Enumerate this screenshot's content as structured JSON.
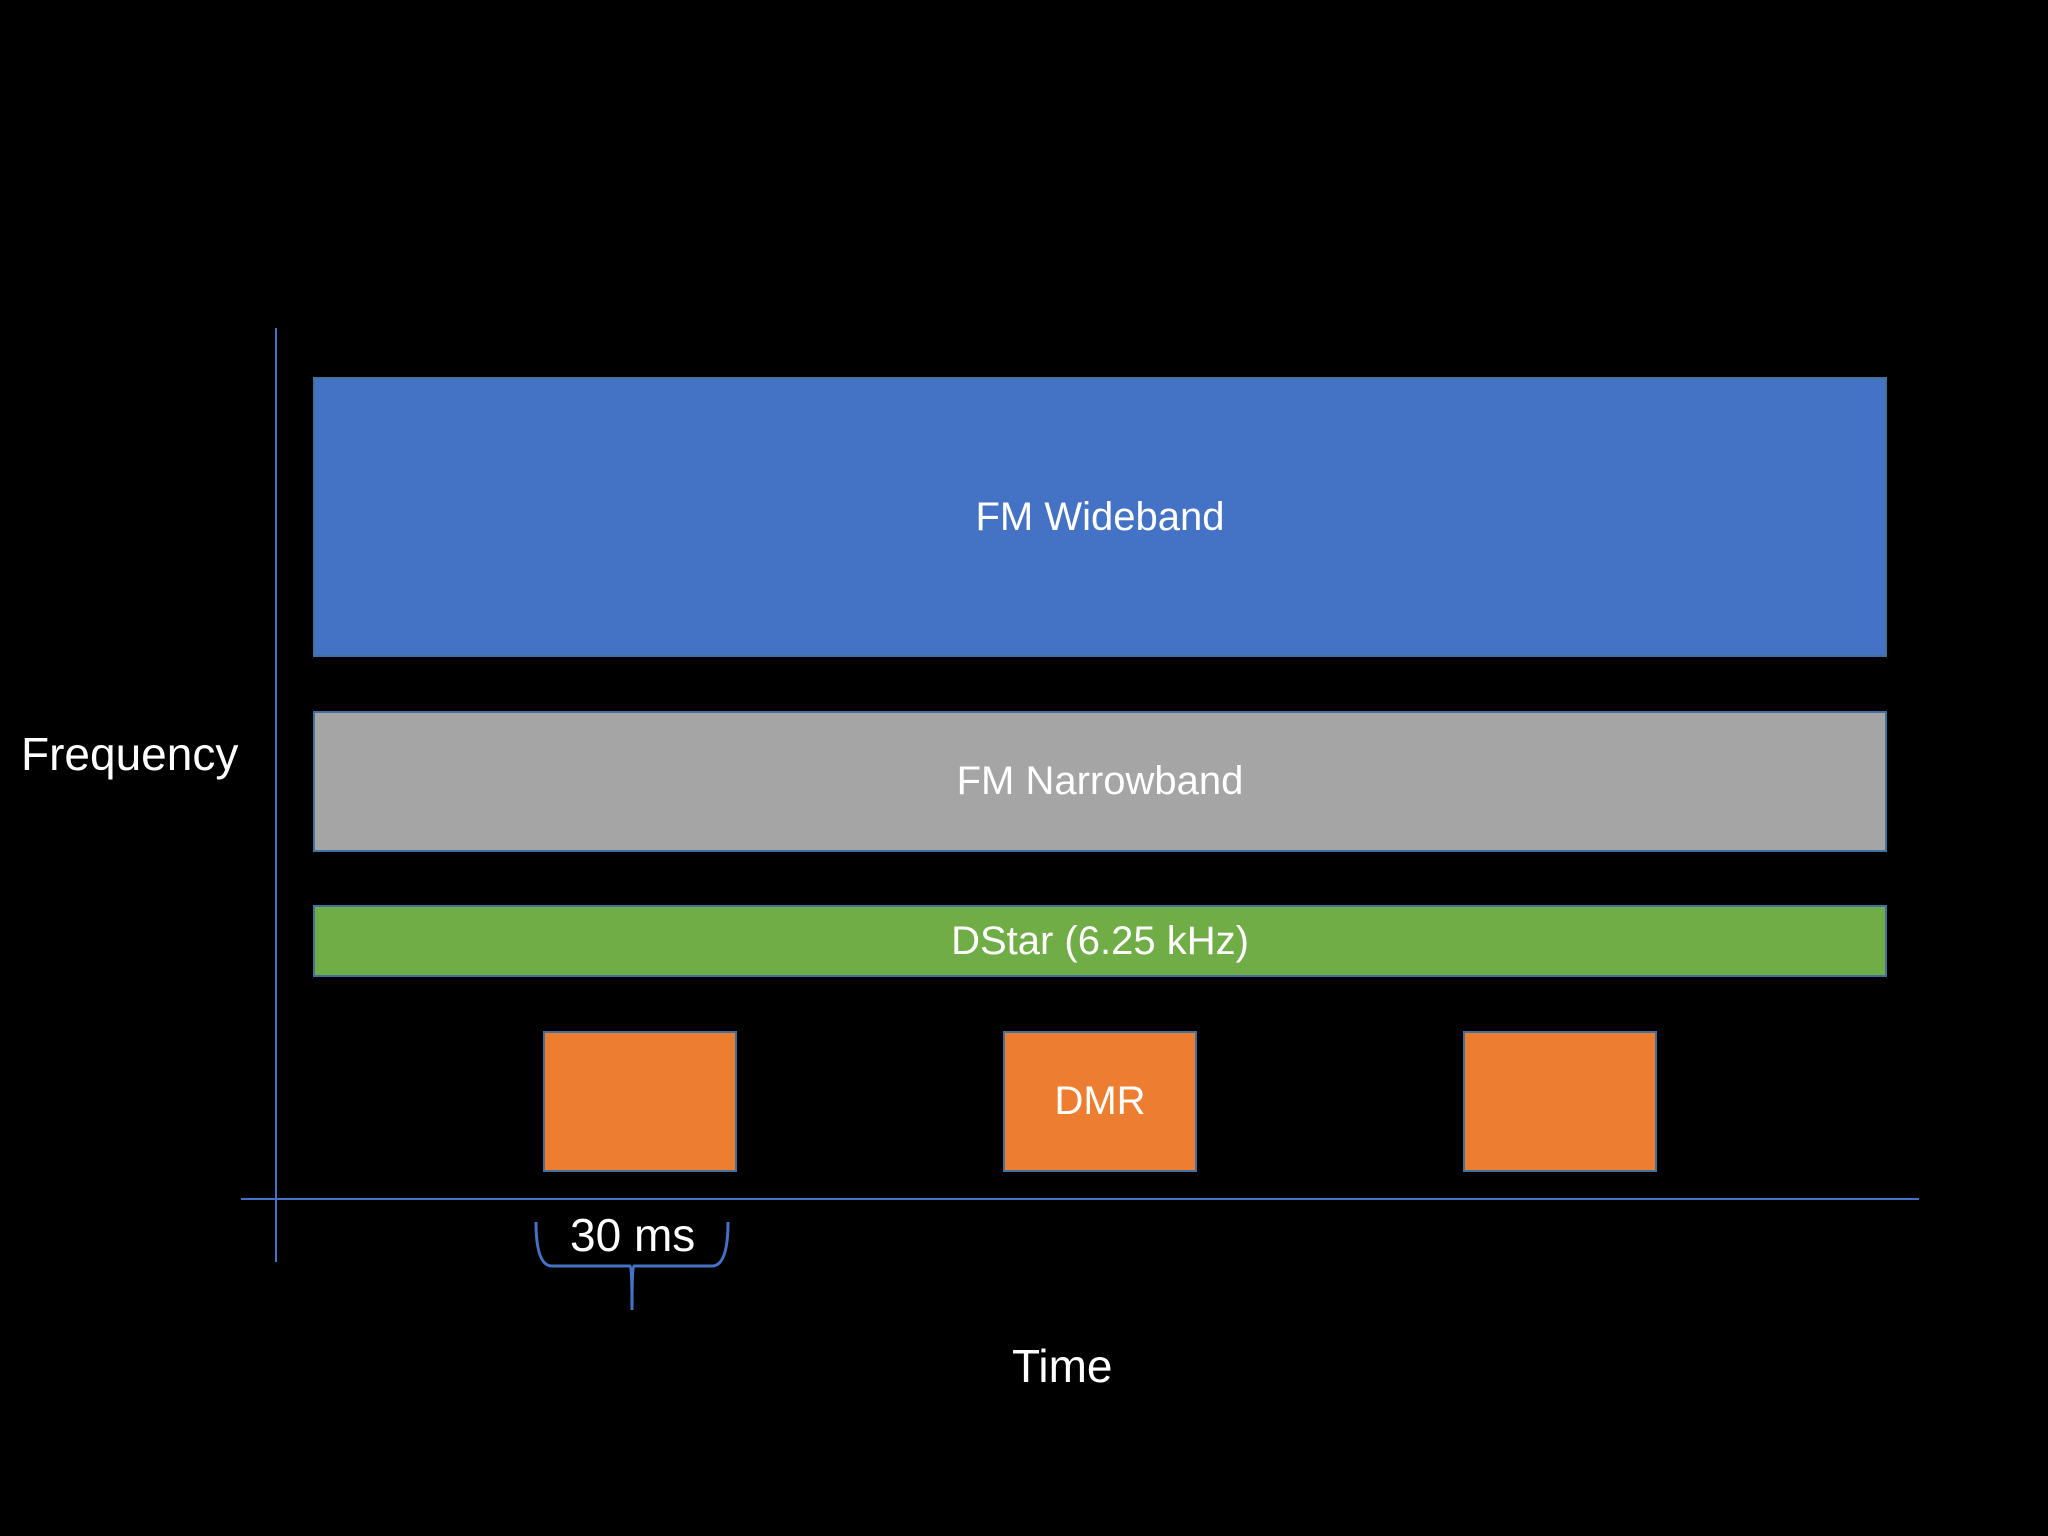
{
  "axes": {
    "y_label": "Frequency",
    "x_label": "Time"
  },
  "bands": [
    {
      "id": "fm-wideband",
      "label": "FM Wideband",
      "color": "#4472c4"
    },
    {
      "id": "fm-narrowband",
      "label": "FM Narrowband",
      "color": "#a5a5a5"
    },
    {
      "id": "dstar",
      "label": "DStar (6.25 kHz)",
      "color": "#70ad47"
    }
  ],
  "dmr": {
    "label": "DMR",
    "color": "#ed7d31",
    "slot_count": 3,
    "labeled_slot": 2
  },
  "duration": {
    "label": "30 ms",
    "brace_color": "#4472c4"
  }
}
